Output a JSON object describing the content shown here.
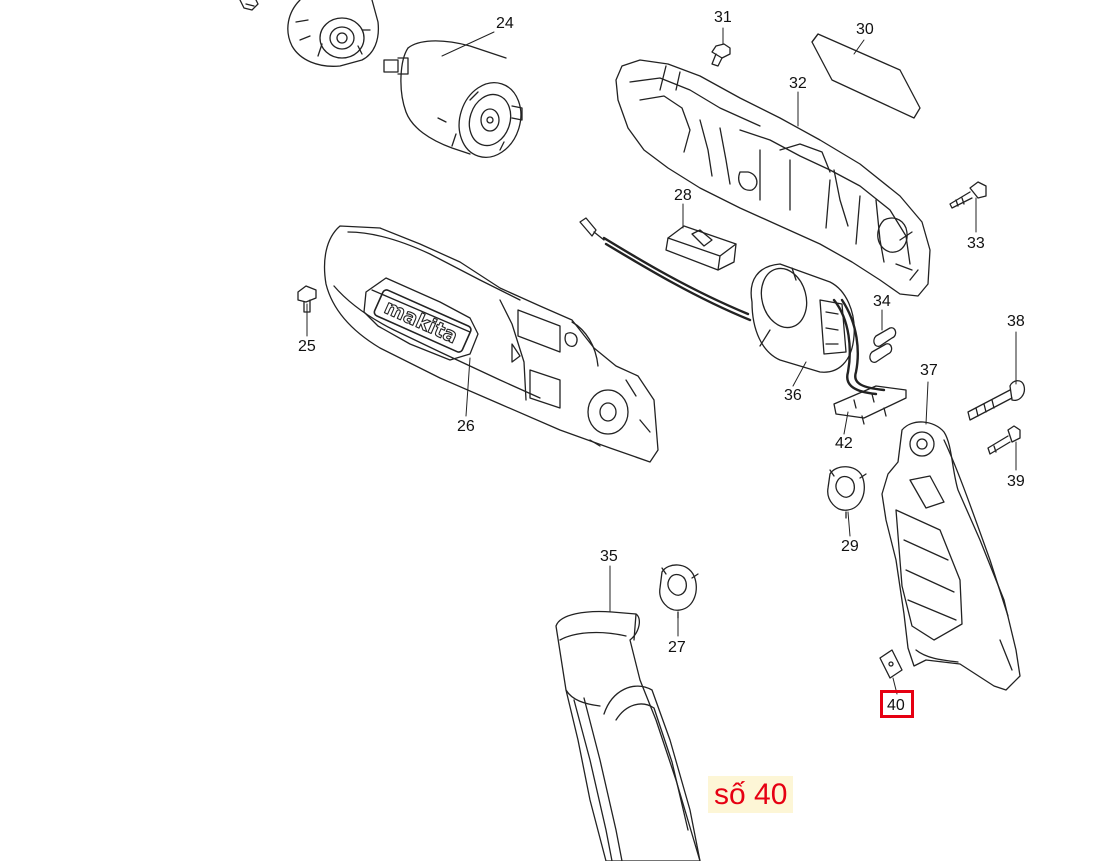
{
  "diagram": {
    "brand_text": "makita",
    "annotation_note": "số 40",
    "highlight_color": "#e60012",
    "note_background": "#fdf6d6",
    "part_labels": {
      "p24": "24",
      "p25": "25",
      "p26": "26",
      "p27": "27",
      "p28": "28",
      "p29": "29",
      "p30": "30",
      "p31": "31",
      "p32": "32",
      "p33": "33",
      "p34": "34",
      "p35": "35",
      "p36": "36",
      "p37": "37",
      "p38": "38",
      "p39": "39",
      "p40": "40",
      "p42": "42"
    }
  }
}
